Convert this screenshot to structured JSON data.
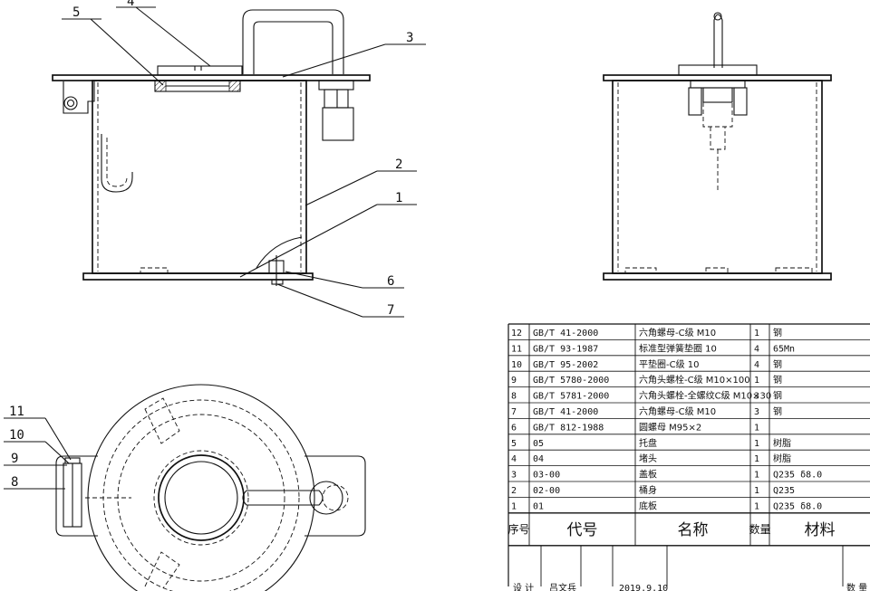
{
  "balloons": {
    "front": [
      "4",
      "5",
      "3",
      "2",
      "1",
      "6",
      "7"
    ],
    "top": [
      "11",
      "10",
      "9",
      "8"
    ]
  },
  "bom": {
    "rows": [
      {
        "no": "12",
        "code": "GB/T 41-2000",
        "name": "六角螺母-C级 M10",
        "qty": "1",
        "mat": "钢"
      },
      {
        "no": "11",
        "code": "GB/T 93-1987",
        "name": "标准型弹簧垫圈 10",
        "qty": "4",
        "mat": "65Mn"
      },
      {
        "no": "10",
        "code": "GB/T 95-2002",
        "name": "平垫圈-C级 10",
        "qty": "4",
        "mat": "钢"
      },
      {
        "no": "9",
        "code": "GB/T 5780-2000",
        "name": "六角头螺栓-C级 M10×100",
        "qty": "1",
        "mat": "钢"
      },
      {
        "no": "8",
        "code": "GB/T 5781-2000",
        "name": "六角头螺栓-全螺纹C级 M10×30",
        "qty": "3",
        "mat": "钢"
      },
      {
        "no": "7",
        "code": "GB/T 41-2000",
        "name": "六角螺母-C级 M10",
        "qty": "3",
        "mat": "钢"
      },
      {
        "no": "6",
        "code": "GB/T 812-1988",
        "name": "圆螺母 M95×2",
        "qty": "1",
        "mat": ""
      },
      {
        "no": "5",
        "code": "05",
        "name": "托盘",
        "qty": "1",
        "mat": "树脂"
      },
      {
        "no": "4",
        "code": "04",
        "name": "堵头",
        "qty": "1",
        "mat": "树脂"
      },
      {
        "no": "3",
        "code": "03-00",
        "name": "盖板",
        "qty": "1",
        "mat": "Q235 δ8.0"
      },
      {
        "no": "2",
        "code": "02-00",
        "name": "桶身",
        "qty": "1",
        "mat": "Q235"
      },
      {
        "no": "1",
        "code": "01",
        "name": "底板",
        "qty": "1",
        "mat": "Q235 δ8.0"
      }
    ],
    "header": {
      "no": "序号",
      "code": "代号",
      "name": "名称",
      "qty": "数量",
      "mat": "材料"
    },
    "title_block": {
      "design_label": "设 计",
      "designer": "吕文兵",
      "date": "2019.9.10",
      "right_label": "数 量"
    }
  }
}
